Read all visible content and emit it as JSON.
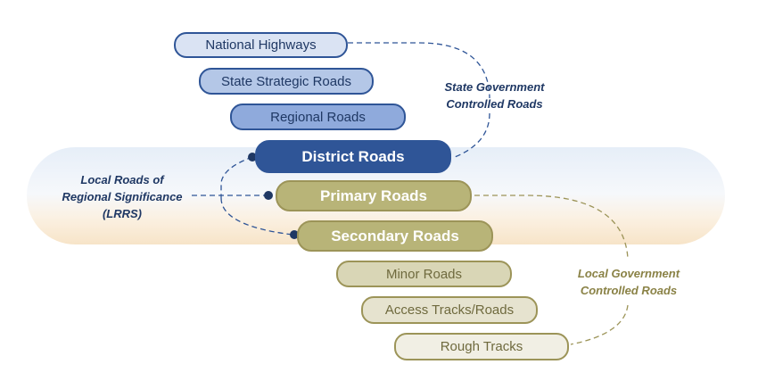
{
  "colors": {
    "state_stroke": "#2f5597",
    "local_stroke": "#9c9458",
    "state_text": "#1f3864",
    "local_text": "#8a8246"
  },
  "roads": [
    {
      "id": "national-highways",
      "label": "National Highways",
      "fill": "#dae3f3",
      "stroke": "#2f5597",
      "text": "#1f3864",
      "bold": false
    },
    {
      "id": "state-strategic-roads",
      "label": "State Strategic Roads",
      "fill": "#b4c7e7",
      "stroke": "#2f5597",
      "text": "#1f3864",
      "bold": false
    },
    {
      "id": "regional-roads",
      "label": "Regional Roads",
      "fill": "#8faadc",
      "stroke": "#2f5597",
      "text": "#1f3864",
      "bold": false
    },
    {
      "id": "district-roads",
      "label": "District Roads",
      "fill": "#2f5597",
      "stroke": "#2f5597",
      "text": "#ffffff",
      "bold": true
    },
    {
      "id": "primary-roads",
      "label": "Primary Roads",
      "fill": "#b8b478",
      "stroke": "#9c9458",
      "text": "#ffffff",
      "bold": true
    },
    {
      "id": "secondary-roads",
      "label": "Secondary Roads",
      "fill": "#b8b478",
      "stroke": "#9c9458",
      "text": "#ffffff",
      "bold": true
    },
    {
      "id": "minor-roads",
      "label": "Minor Roads",
      "fill": "#d9d6b6",
      "stroke": "#9c9458",
      "text": "#6f6a3e",
      "bold": false
    },
    {
      "id": "access-tracks-roads",
      "label": "Access Tracks/Roads",
      "fill": "#e6e3cf",
      "stroke": "#9c9458",
      "text": "#6f6a3e",
      "bold": false
    },
    {
      "id": "rough-tracks",
      "label": "Rough Tracks",
      "fill": "#f1efe4",
      "stroke": "#9c9458",
      "text": "#6f6a3e",
      "bold": false
    }
  ],
  "groups": {
    "state": {
      "lines": [
        "State Government",
        "Controlled Roads"
      ]
    },
    "local": {
      "lines": [
        "Local Government",
        "Controlled Roads"
      ]
    },
    "lrrs": {
      "lines": [
        "Local Roads of",
        "Regional Significance",
        "(LRRS)"
      ]
    }
  }
}
